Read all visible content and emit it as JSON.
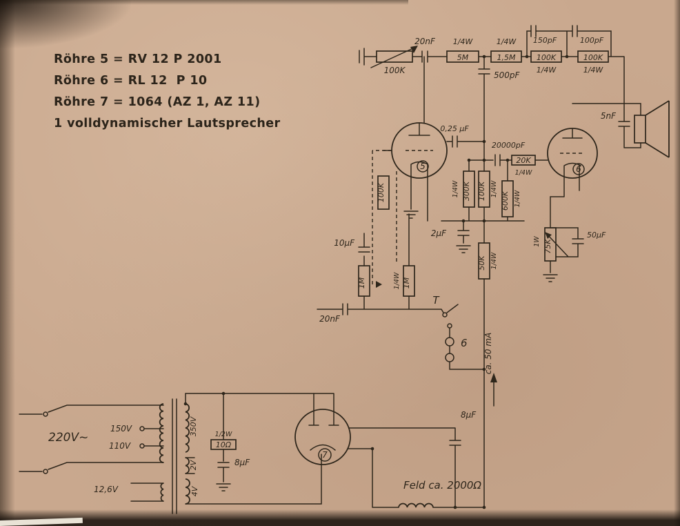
{
  "colors": {
    "paper": "#c9a88e",
    "ink": "#2e261b"
  },
  "legend": {
    "items": [
      "Röhre 5 = RV 12 P 2001",
      "Röhre 6 = RL 12  P 10",
      "Röhre 7 = 1064 (AZ 1, AZ 11)",
      "1 volldynamischer Lautsprecher"
    ]
  },
  "tubes": {
    "t5": "5",
    "t6": "6",
    "t7": "7"
  },
  "labels": {
    "pot_input": "100K",
    "c_input": "20nF",
    "r_5m_w": "1/4W",
    "r_5m": "5M",
    "c_500pf": "500pF",
    "r_1m5_w": "1/4W",
    "r_1m5": "1,5M",
    "c_150pf": "150pF",
    "c_100pf": "100pF",
    "r_100k_a": "100K",
    "r_100k_a_w": "1/4W",
    "r_100k_b": "100K",
    "r_100k_b_w": "1/4W",
    "c_025": "0,25 µF",
    "c_20000pf": "20000pF",
    "r_20k": "20K",
    "r_20k_w": "1/4W",
    "c_5nf": "5nF",
    "r_100k_fb": "100K",
    "r_300k": "300K",
    "r_300k_w": "1/4W",
    "r_100k_c": "100K",
    "r_100k_c_w": "1/4W",
    "r_600k": "600K",
    "r_600k_w": "1/4W",
    "c_2uf": "2µF",
    "c_10uf": "10µF",
    "r_1m_a": "1M",
    "r_1m_b_w": "1/4W",
    "r_1m_b": "1M",
    "c_20nf_b": "20nF",
    "sw_t": "T",
    "jack_6": "6",
    "r_50k": "50K",
    "r_50k_w": "1/4W",
    "r_75k_w": "1W",
    "r_75k": "75K",
    "c_50uf": "50µF",
    "current": "ca. 50 mA",
    "c_8uf_main": "8µF",
    "field_coil": "Feld ca. 2000Ω",
    "mains": "220V~",
    "tap_150": "150V",
    "tap_110": "110V",
    "heater": "12,6V",
    "sec_350": "350V",
    "sec_2": "2V",
    "sec_4": "4V",
    "r_10ohm_w": "1/2W",
    "r_10ohm": "10Ω",
    "c_8uf_psu": "8µF"
  }
}
